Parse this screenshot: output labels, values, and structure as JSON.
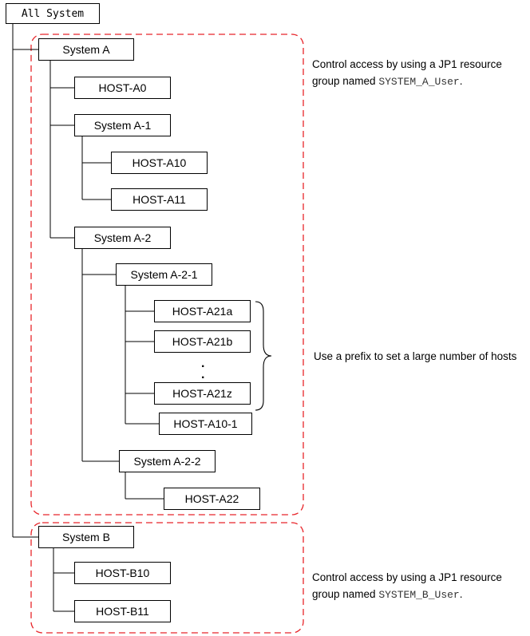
{
  "nodes": {
    "all_system": "All System",
    "system_a": "System A",
    "host_a0": "HOST-A0",
    "system_a_1": "System A-1",
    "host_a10": "HOST-A10",
    "host_a11": "HOST-A11",
    "system_a_2": "System A-2",
    "system_a_2_1": "System A-2-1",
    "host_a21a": "HOST-A21a",
    "host_a21b": "HOST-A21b",
    "host_a21z": "HOST-A21z",
    "host_a10_1": "HOST-A10-1",
    "system_a_2_2": "System A-2-2",
    "host_a22": "HOST-A22",
    "system_b": "System B",
    "host_b10": "HOST-B10",
    "host_b11": "HOST-B11"
  },
  "ellipsis": [
    ".",
    "."
  ],
  "notes": {
    "system_a": {
      "line1": "Control access by using a JP1 resource",
      "line2_prefix": "group named ",
      "group_name": "SYSTEM_A_User",
      "line2_suffix": "."
    },
    "prefix": "Use a prefix to set a large number of hosts",
    "system_b": {
      "line1": "Control access by using a JP1 resource",
      "line2_prefix": "group named ",
      "group_name": "SYSTEM_B_User",
      "line2_suffix": "."
    }
  },
  "colors": {
    "group_border": "#e8252a",
    "line": "#000000"
  }
}
